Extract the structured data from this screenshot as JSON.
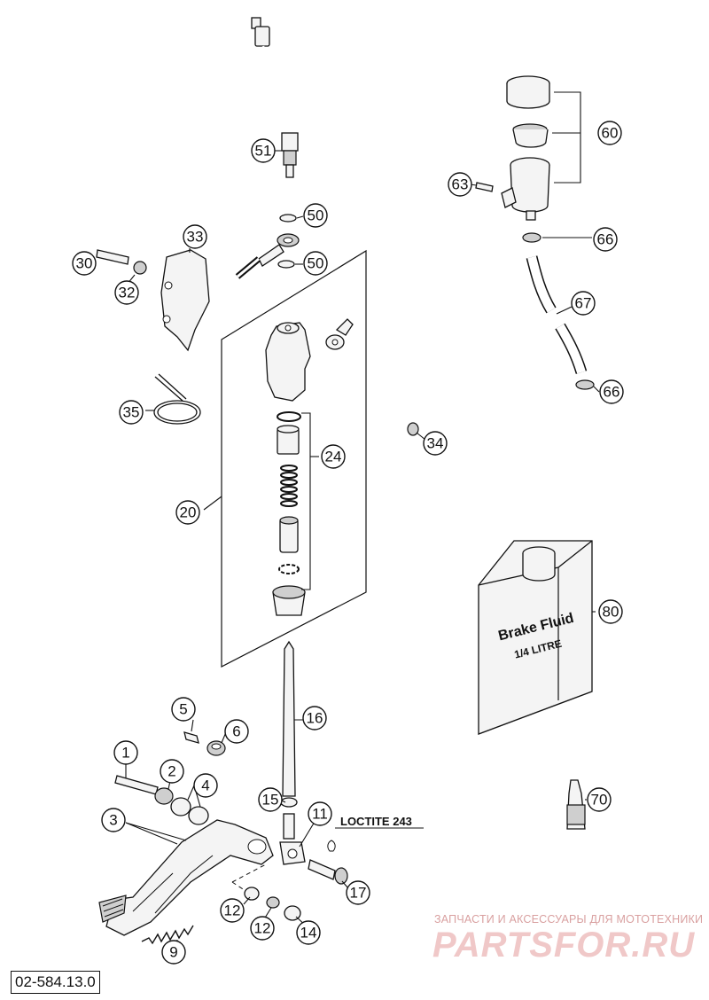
{
  "callouts": [
    {
      "id": "1",
      "label": "1"
    },
    {
      "id": "2",
      "label": "2"
    },
    {
      "id": "3",
      "label": "3"
    },
    {
      "id": "4",
      "label": "4"
    },
    {
      "id": "5",
      "label": "5"
    },
    {
      "id": "6",
      "label": "6"
    },
    {
      "id": "9",
      "label": "9"
    },
    {
      "id": "11",
      "label": "11"
    },
    {
      "id": "12a",
      "label": "12"
    },
    {
      "id": "12b",
      "label": "12"
    },
    {
      "id": "14",
      "label": "14"
    },
    {
      "id": "15",
      "label": "15"
    },
    {
      "id": "16",
      "label": "16"
    },
    {
      "id": "17",
      "label": "17"
    },
    {
      "id": "20",
      "label": "20"
    },
    {
      "id": "24",
      "label": "24"
    },
    {
      "id": "30",
      "label": "30"
    },
    {
      "id": "32",
      "label": "32"
    },
    {
      "id": "33",
      "label": "33"
    },
    {
      "id": "34",
      "label": "34"
    },
    {
      "id": "35",
      "label": "35"
    },
    {
      "id": "50a",
      "label": "50"
    },
    {
      "id": "50b",
      "label": "50"
    },
    {
      "id": "51",
      "label": "51"
    },
    {
      "id": "60",
      "label": "60"
    },
    {
      "id": "63",
      "label": "63"
    },
    {
      "id": "66a",
      "label": "66"
    },
    {
      "id": "66b",
      "label": "66"
    },
    {
      "id": "67",
      "label": "67"
    },
    {
      "id": "70",
      "label": "70"
    },
    {
      "id": "80",
      "label": "80"
    }
  ],
  "annotations": {
    "loctite": "LOCTITE 243",
    "fluid_label_line1": "Brake Fluid",
    "fluid_label_line2": "1/4 LITRE"
  },
  "document_code": "02-584.13.0",
  "watermark": {
    "small": "ЗАПЧАСТИ И АКСЕССУАРЫ ДЛЯ МОТОТЕХНИКИ",
    "large": "PARTSFOR.RU"
  }
}
